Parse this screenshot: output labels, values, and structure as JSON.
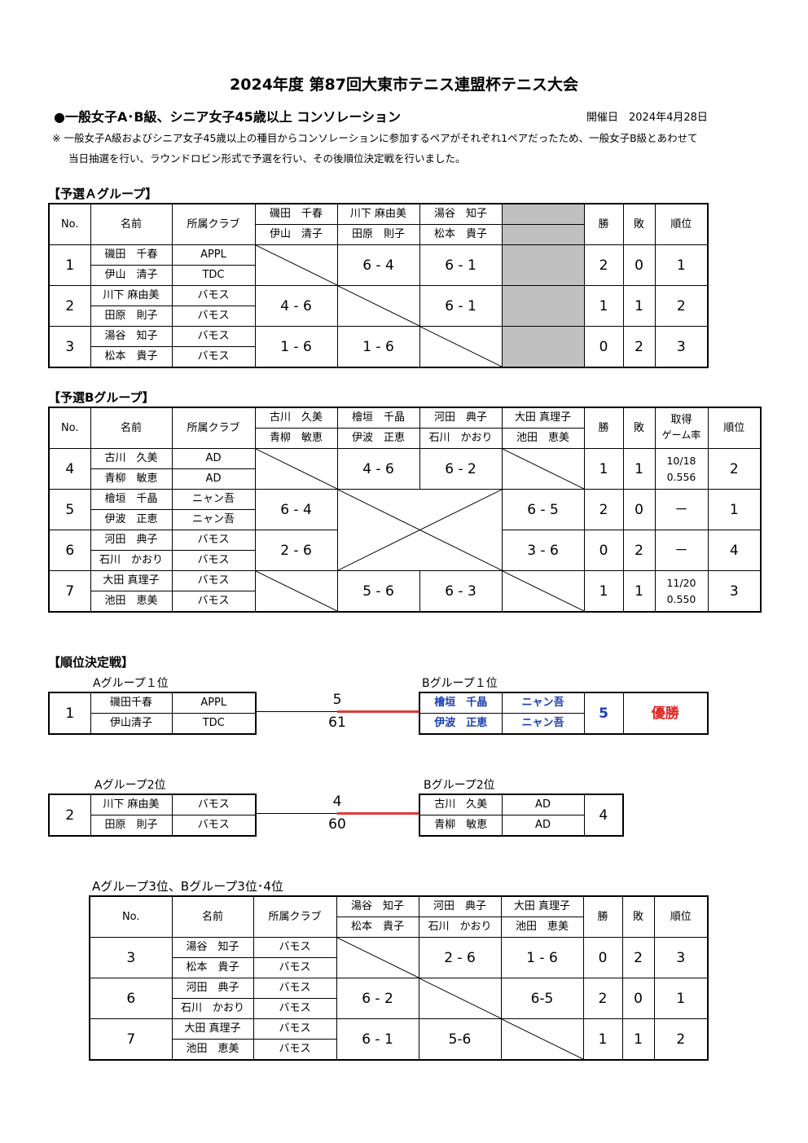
{
  "title": "2024年度 第87回大東市テニス連盟杯テニス大会",
  "subtitle": "●一般女子A･B級、シニア女子45歳以上 コンソレーション",
  "date": "開催日　2024年4月28日",
  "note1": "※ 一般女子A級およびシニア女子45歳以上の種目からコンソレーションに参加するペアがそれぞれ1ペアだったため、一般女子B級とあわせて",
  "note2": "当日抽選を行い、ラウンドロビン形式で予選を行い、その後順位決定戦を行いました。",
  "headers": {
    "no": "No.",
    "name": "名前",
    "club": "所属クラブ",
    "win": "勝",
    "loss": "敗",
    "rank": "順位",
    "rate1": "取得",
    "rate2": "ゲーム率"
  },
  "groupA": {
    "heading": "【予選Ａグループ】",
    "cols": [
      {
        "p1": "磯田　千春",
        "p2": "伊山　清子"
      },
      {
        "p1": "川下 麻由美",
        "p2": "田原　則子"
      },
      {
        "p1": "湯谷　知子",
        "p2": "松本　貴子"
      }
    ],
    "rows": [
      {
        "no": "1",
        "p1": "磯田　千春",
        "c1": "APPL",
        "p2": "伊山　清子",
        "c2": "TDC",
        "s": [
          "",
          "6 - 4",
          "6 - 1"
        ],
        "w": "2",
        "l": "0",
        "r": "1"
      },
      {
        "no": "2",
        "p1": "川下 麻由美",
        "c1": "バモス",
        "p2": "田原　則子",
        "c2": "バモス",
        "s": [
          "4 - 6",
          "",
          "6 - 1"
        ],
        "w": "1",
        "l": "1",
        "r": "2"
      },
      {
        "no": "3",
        "p1": "湯谷　知子",
        "c1": "バモス",
        "p2": "松本　貴子",
        "c2": "バモス",
        "s": [
          "1 - 6",
          "1 - 6",
          ""
        ],
        "w": "0",
        "l": "2",
        "r": "3"
      }
    ]
  },
  "groupB": {
    "heading": "【予選Bグループ】",
    "cols": [
      {
        "p1": "古川　久美",
        "p2": "青柳　敏恵"
      },
      {
        "p1": "檜垣　千晶",
        "p2": "伊波　正恵"
      },
      {
        "p1": "河田　典子",
        "p2": "石川　かおり"
      },
      {
        "p1": "大田 真理子",
        "p2": "池田　恵美"
      }
    ],
    "rows": [
      {
        "no": "4",
        "p1": "古川　久美",
        "c1": "AD",
        "p2": "青柳　敏恵",
        "c2": "AD",
        "s": [
          "",
          "4 - 6",
          "6 - 2",
          ""
        ],
        "w": "1",
        "l": "1",
        "ra1": "10/18",
        "ra2": "0.556",
        "r": "2"
      },
      {
        "no": "5",
        "p1": "檜垣　千晶",
        "c1": "ニャン吾",
        "p2": "伊波　正恵",
        "c2": "ニャン吾",
        "s": [
          "6 - 4",
          "",
          "",
          "6 - 5"
        ],
        "w": "2",
        "l": "0",
        "ra1": "－",
        "ra2": "",
        "r": "1"
      },
      {
        "no": "6",
        "p1": "河田　典子",
        "c1": "バモス",
        "p2": "石川　かおり",
        "c2": "バモス",
        "s": [
          "2 - 6",
          "",
          "",
          "3 - 6"
        ],
        "w": "0",
        "l": "2",
        "ra1": "－",
        "ra2": "",
        "r": "4"
      },
      {
        "no": "7",
        "p1": "大田 真理子",
        "c1": "バモス",
        "p2": "池田　恵美",
        "c2": "バモス",
        "s": [
          "",
          "5 - 6",
          "6 - 3",
          ""
        ],
        "w": "1",
        "l": "1",
        "ra1": "11/20",
        "ra2": "0.550",
        "r": "3"
      }
    ]
  },
  "playoff": {
    "heading": "【順位決定戦】",
    "m1": {
      "labelA": "Aグループ１位",
      "labelB": "Bグループ１位",
      "no": "1",
      "a1": "磯田千春",
      "ac1": "APPL",
      "a2": "伊山清子",
      "ac2": "TDC",
      "top": "5",
      "bottom": "61",
      "b1": "檜垣　千晶",
      "bc1": "ニャン吾",
      "b2": "伊波　正恵",
      "bc2": "ニャン吾",
      "bscore": "5",
      "result": "優勝"
    },
    "m2": {
      "labelA": "Aグループ2位",
      "labelB": "Bグループ2位",
      "no": "2",
      "a1": "川下 麻由美",
      "ac1": "バモス",
      "a2": "田原　則子",
      "ac2": "バモス",
      "top": "4",
      "bottom": "60",
      "b1": "古川　久美",
      "bc1": "AD",
      "b2": "青柳　敏恵",
      "bc2": "AD",
      "bscore": "4"
    }
  },
  "groupC": {
    "heading": "Aグループ3位、Bグループ3位･4位",
    "cols": [
      {
        "p1": "湯谷　知子",
        "p2": "松本　貴子"
      },
      {
        "p1": "河田　典子",
        "p2": "石川　かおり"
      },
      {
        "p1": "大田 真理子",
        "p2": "池田　恵美"
      }
    ],
    "rows": [
      {
        "no": "3",
        "p1": "湯谷　知子",
        "c1": "バモス",
        "p2": "松本　貴子",
        "c2": "バモス",
        "s": [
          "",
          "2 - 6",
          "1 - 6"
        ],
        "w": "0",
        "l": "2",
        "r": "3"
      },
      {
        "no": "6",
        "p1": "河田　典子",
        "c1": "バモス",
        "p2": "石川　かおり",
        "c2": "バモス",
        "s": [
          "6 - 2",
          "",
          "6-5"
        ],
        "w": "2",
        "l": "0",
        "r": "1"
      },
      {
        "no": "7",
        "p1": "大田 真理子",
        "c1": "バモス",
        "p2": "池田　恵美",
        "c2": "バモス",
        "s": [
          "6 - 1",
          "5-6",
          ""
        ],
        "w": "1",
        "l": "1",
        "r": "2"
      }
    ]
  }
}
